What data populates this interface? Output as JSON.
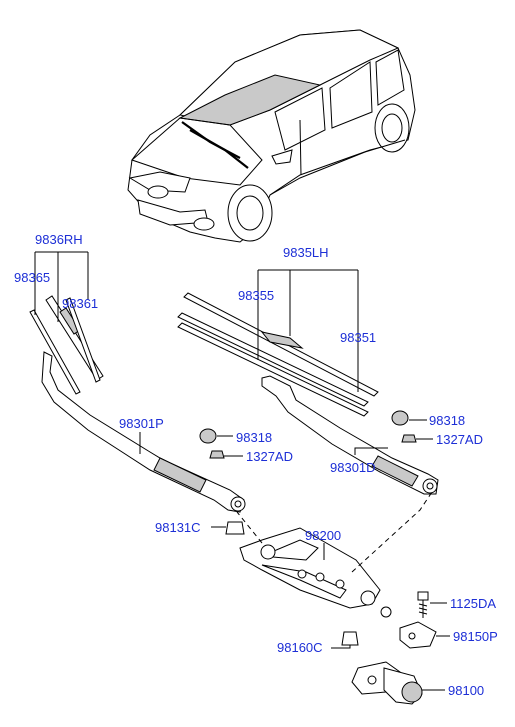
{
  "labels": {
    "wiper_rh": "9836RH",
    "wiper_lh": "9835LH",
    "p98365": "98365",
    "p98361": "98361",
    "p98355": "98355",
    "p98351": "98351",
    "p98301P": "98301P",
    "p98318a": "98318",
    "p98318b": "98318",
    "p1327ADa": "1327AD",
    "p1327ADb": "1327AD",
    "p98301D": "98301D",
    "p98131C": "98131C",
    "p98200": "98200",
    "p1125DA": "1125DA",
    "p98150P": "98150P",
    "p98160C": "98160C",
    "p98100": "98100"
  },
  "colors": {
    "label": "#1d2fd6",
    "line": "#000000"
  }
}
